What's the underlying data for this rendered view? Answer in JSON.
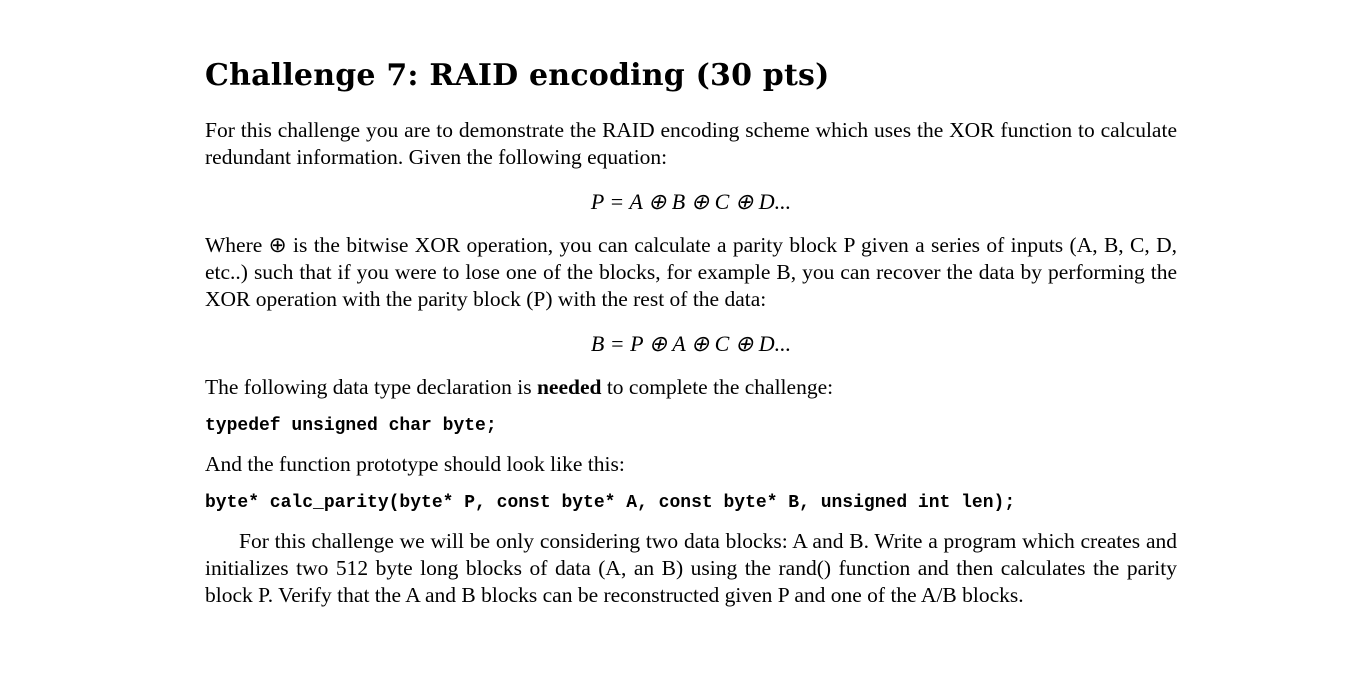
{
  "title": "Challenge 7: RAID encoding (30 pts)",
  "intro": "For this challenge you are to demonstrate the RAID encoding scheme which uses the XOR function to calculate redundant information. Given the following equation:",
  "equation1": "P = A ⊕ B ⊕ C ⊕ D...",
  "para2": "Where ⊕ is the bitwise XOR operation, you can calculate a parity block P given a series of inputs (A, B, C, D, etc..) such that if you were to lose one of the blocks, for example B, you can recover the data by performing the XOR operation with the parity block (P) with the rest of the data:",
  "equation2": "B = P ⊕ A ⊕ C ⊕ D...",
  "para3": {
    "before": "The following data type declaration is ",
    "bold": "needed",
    "after": " to complete the challenge:"
  },
  "code1": "typedef unsigned char byte;",
  "para4": "And the function prototype should look like this:",
  "code2": "byte* calc_parity(byte* P, const byte* A, const byte* B, unsigned int len);",
  "para5": "For this challenge we will be only considering two data blocks: A and B. Write a program which creates and initializes two 512 byte long blocks of data (A, an B) using the rand() function and then calculates the parity block P. Verify that the A and B blocks can be reconstructed given P and one of the A/B blocks."
}
